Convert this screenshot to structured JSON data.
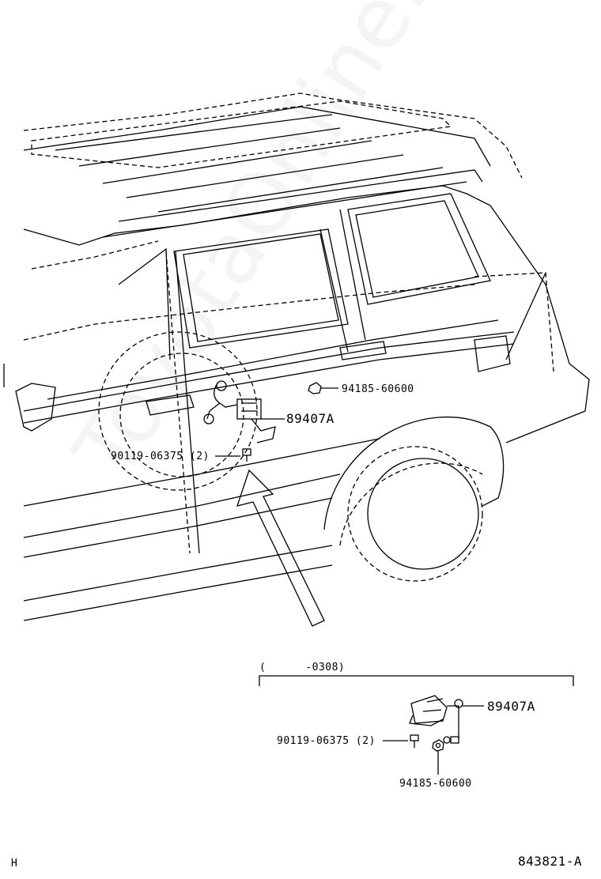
{
  "watermark": "ToyotaOnline.ru",
  "main_view": {
    "parts": [
      {
        "code": "94185-60600"
      },
      {
        "code": "89407A"
      },
      {
        "code": "90119-06375",
        "qty": "(2)"
      }
    ]
  },
  "inset": {
    "range_label": "(      -0308)",
    "parts": [
      {
        "code": "89407A"
      },
      {
        "code": "90119-06375",
        "qty": "(2)"
      },
      {
        "code": "94185-60600"
      }
    ]
  },
  "footer": {
    "left_mark": "H",
    "diagram_id": "843821-A"
  },
  "colors": {
    "line": "#000000",
    "background": "#ffffff",
    "watermark": "#d8d8d8"
  }
}
